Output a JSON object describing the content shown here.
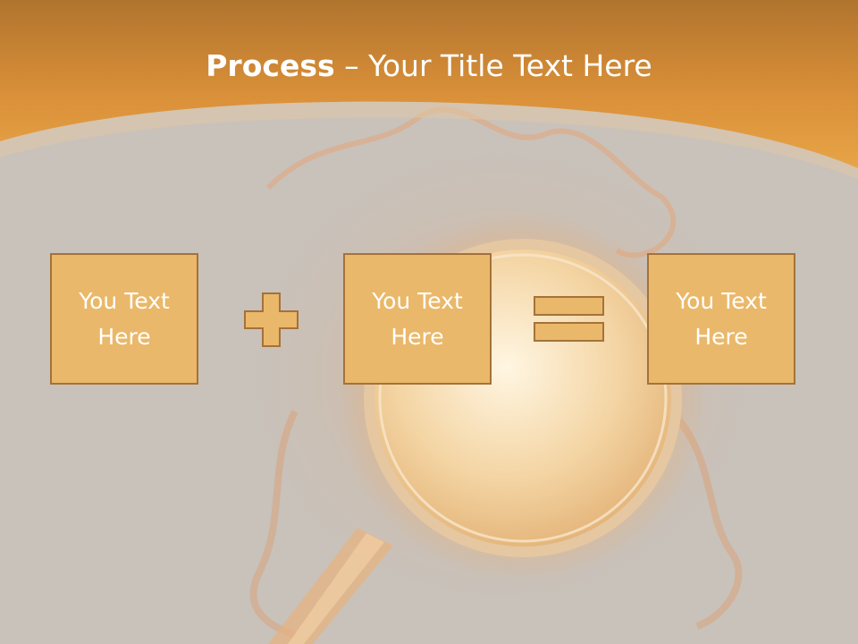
{
  "slide": {
    "title_bold": "Process",
    "title_rest": " – Your Title Text Here"
  },
  "process": {
    "boxes": [
      {
        "text": "You Text Here"
      },
      {
        "text": "You Text Here"
      },
      {
        "text": "You Text Here"
      }
    ],
    "operators": [
      "plus-icon",
      "equals-icon"
    ]
  },
  "colors": {
    "header_orange": "#e59a3c",
    "box_fill": "#eab86a",
    "box_border": "#a4723a",
    "background": "#c8c2bb"
  }
}
